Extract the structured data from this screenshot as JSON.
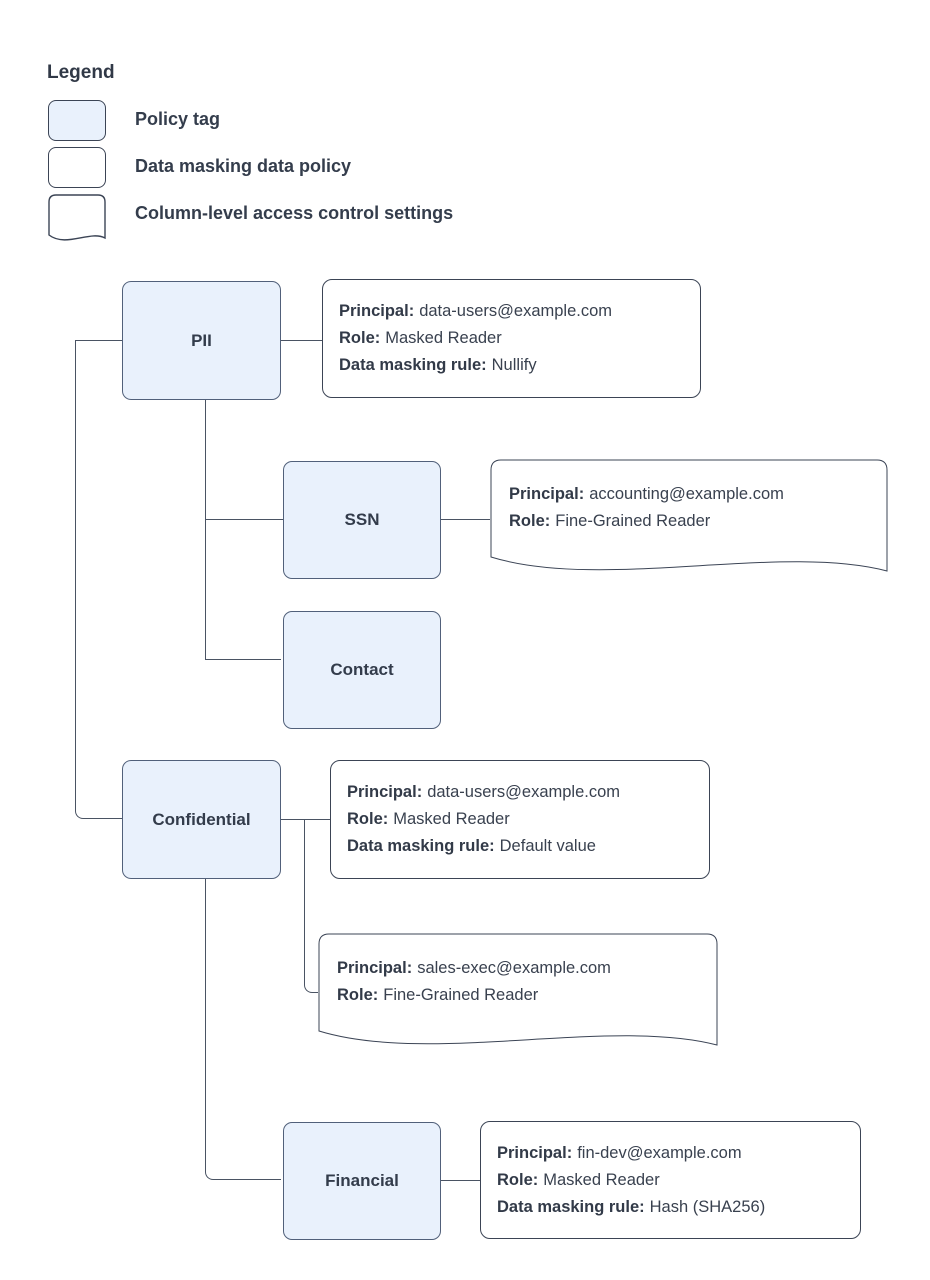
{
  "legend": {
    "title": "Legend",
    "items": [
      {
        "name": "policy-tag",
        "label": "Policy tag"
      },
      {
        "name": "data-masking-data-policy",
        "label": "Data masking data policy"
      },
      {
        "name": "column-level-access-control-settings",
        "label": "Column-level access control settings"
      }
    ]
  },
  "colors": {
    "policy_tag_fill": "#e9f1fc",
    "box_border": "#3b4455",
    "connector": "#4a5363",
    "text": "#39414f"
  },
  "nodes": {
    "pii": {
      "label": "PII"
    },
    "ssn": {
      "label": "SSN"
    },
    "contact": {
      "label": "Contact"
    },
    "confidential": {
      "label": "Confidential"
    },
    "financial": {
      "label": "Financial"
    }
  },
  "policies": {
    "pii_masking": {
      "lines": [
        {
          "label": "Principal:",
          "value": "data-users@example.com"
        },
        {
          "label": "Role:",
          "value": "Masked Reader"
        },
        {
          "label": "Data masking rule:",
          "value": "Nullify"
        }
      ]
    },
    "ssn_access": {
      "lines": [
        {
          "label": "Principal:",
          "value": "accounting@example.com"
        },
        {
          "label": "Role:",
          "value": "Fine-Grained Reader"
        }
      ]
    },
    "confidential_masking": {
      "lines": [
        {
          "label": "Principal:",
          "value": "data-users@example.com"
        },
        {
          "label": "Role:",
          "value": "Masked Reader"
        },
        {
          "label": "Data masking rule:",
          "value": "Default value"
        }
      ]
    },
    "confidential_access": {
      "lines": [
        {
          "label": "Principal:",
          "value": "sales-exec@example.com"
        },
        {
          "label": "Role:",
          "value": "Fine-Grained Reader"
        }
      ]
    },
    "financial_masking": {
      "lines": [
        {
          "label": "Principal:",
          "value": "fin-dev@example.com"
        },
        {
          "label": "Role:",
          "value": "Masked Reader"
        },
        {
          "label": "Data masking rule:",
          "value": "Hash (SHA256)"
        }
      ]
    }
  }
}
